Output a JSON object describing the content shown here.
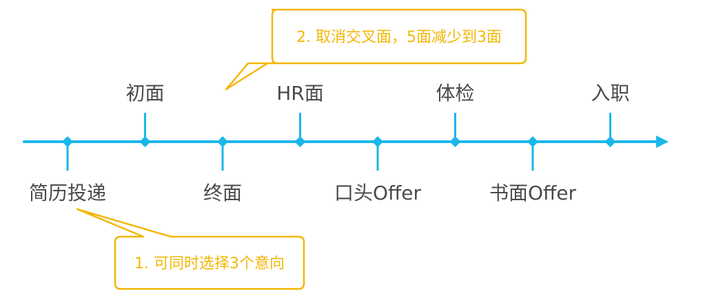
{
  "colors": {
    "timeline": "#1ab6ea",
    "text": "#4a4a4a",
    "callout_border": "#f2b705",
    "callout_text": "#f2b705",
    "callout_fill": "#ffffff"
  },
  "timeline": {
    "stages": [
      {
        "label": "简历投递",
        "side": "below"
      },
      {
        "label": "初面",
        "side": "above"
      },
      {
        "label": "终面",
        "side": "below"
      },
      {
        "label": "HR面",
        "side": "above"
      },
      {
        "label": "口头Offer",
        "side": "below"
      },
      {
        "label": "体检",
        "side": "above"
      },
      {
        "label": "书面Offer",
        "side": "below"
      },
      {
        "label": "入职",
        "side": "above"
      }
    ]
  },
  "callouts": [
    {
      "text": "2. 取消交叉面，5面减少到3面"
    },
    {
      "text": "1. 可同时选择3个意向"
    }
  ]
}
